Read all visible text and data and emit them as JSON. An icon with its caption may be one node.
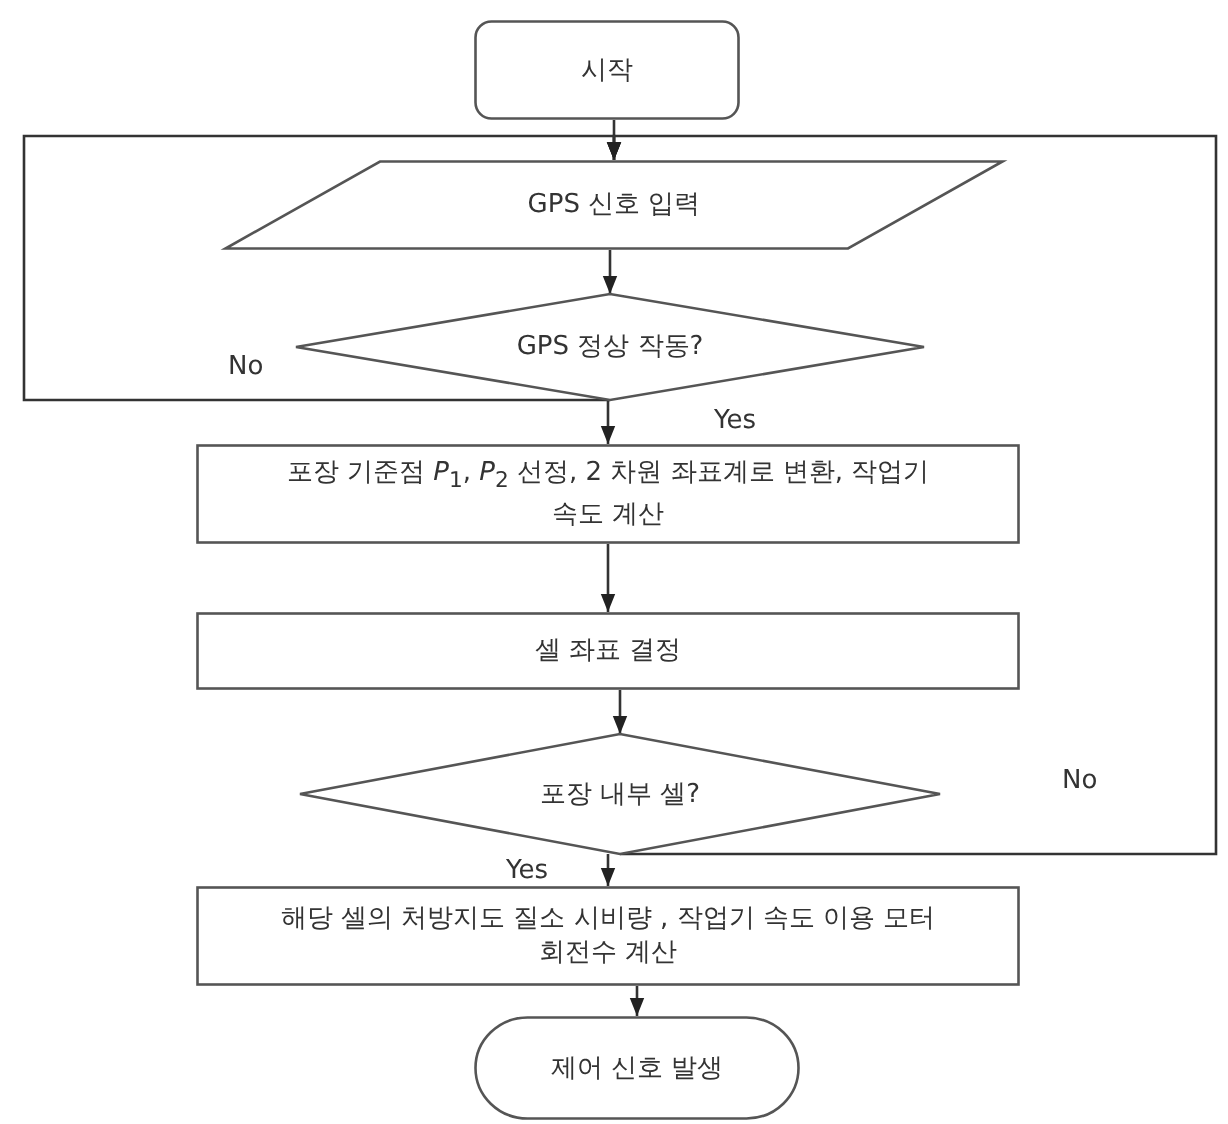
{
  "diagram": {
    "nodes": [
      {
        "text": [
          "시작"
        ]
      },
      {
        "text": [
          "GPS 신호 입력"
        ]
      },
      {
        "text": [
          "GPS 정상 작동?"
        ]
      },
      {
        "text": [
          "포장 기준점 *P*$_{1}$, *P*$_{2}$ 선정, 2 차원 좌표계로 변환, 작업기 속도 계산"
        ]
      },
      {
        "text": [
          "셀 좌표 결정"
        ]
      },
      {
        "text": [
          "포장 내부 셀?"
        ]
      },
      {
        "text": [
          "해당 셀의 처방지도 질소 시비량 , 작업기 속도 이용 모터 회전수 계산"
        ]
      },
      {
        "text": [
          "제어 신호 발생"
        ]
      }
    ],
    "edges": [
      {
        "from": 0,
        "to": 1,
        "arrow": "to"
      },
      {
        "from": 1,
        "to": 2,
        "arrow": "to"
      },
      {
        "from": 2,
        "to": 3,
        "arrow": "to",
        "label": "Yes"
      },
      {
        "from": 2,
        "to": 1,
        "arrow": "to",
        "label": "No"
      },
      {
        "from": 3,
        "to": 4,
        "arrow": "to"
      },
      {
        "from": 4,
        "to": 5,
        "arrow": "to"
      },
      {
        "from": 5,
        "to": 6,
        "arrow": "to",
        "label": "Yes"
      },
      {
        "from": 5,
        "to": 1,
        "arrow": "to",
        "label": "No"
      },
      {
        "from": 6,
        "to": 7,
        "arrow": "to"
      }
    ]
  }
}
